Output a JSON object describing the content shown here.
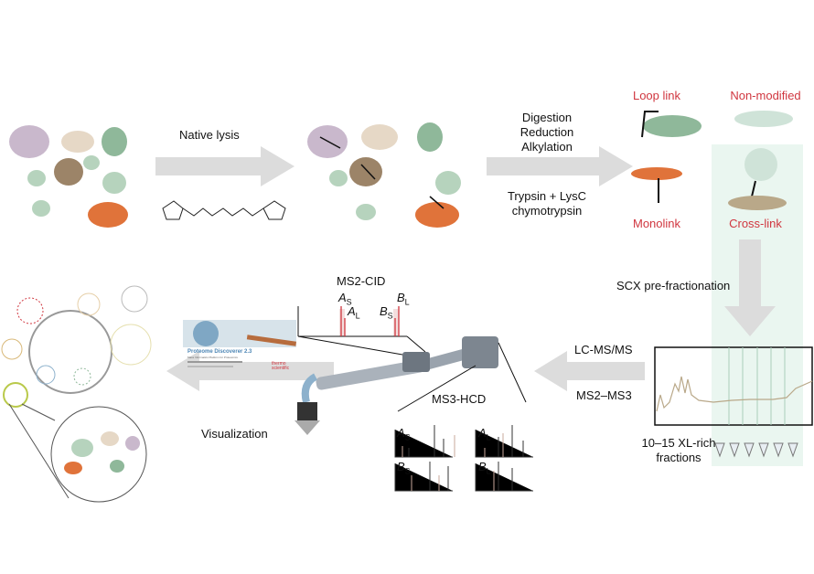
{
  "steps": {
    "lysis": "Native lysis",
    "digestion": [
      "Digestion",
      "Reduction",
      "Alkylation"
    ],
    "enzymes": [
      "Trypsin + LysC",
      "chymotrypsin"
    ],
    "scx": "SCX pre-fractionation",
    "lcms": "LC-MS/MS",
    "ms2ms3": "MS2–MS3",
    "fractions": [
      "10–15 XL-rich",
      "fractions"
    ],
    "visualization": "Visualization"
  },
  "products": {
    "loop_link": "Loop link",
    "non_modified": "Non-modified",
    "monolink": "Monolink",
    "cross_link": "Cross-link"
  },
  "spectra": {
    "ms2_title": "MS2-CID",
    "ms3_title": "MS3-HCD",
    "peaks": {
      "as": "A",
      "as_sub": "S",
      "al": "A",
      "al_sub": "L",
      "bs": "B",
      "bs_sub": "S",
      "bl": "B",
      "bl_sub": "L"
    }
  },
  "software": {
    "name": "Proteome Discoverer 2.3",
    "subtitle": "Mass Informatics Platform for Proteomics",
    "brand": [
      "thermo",
      "scientific"
    ]
  },
  "colors": {
    "arrow": "#dcdcdc",
    "highlight": "#eaf6f0",
    "label_red": "#d0363f",
    "orange": "#e0733a",
    "green": "#8fb89a",
    "tan": "#9c8468",
    "pink": "#c9b8cc"
  }
}
